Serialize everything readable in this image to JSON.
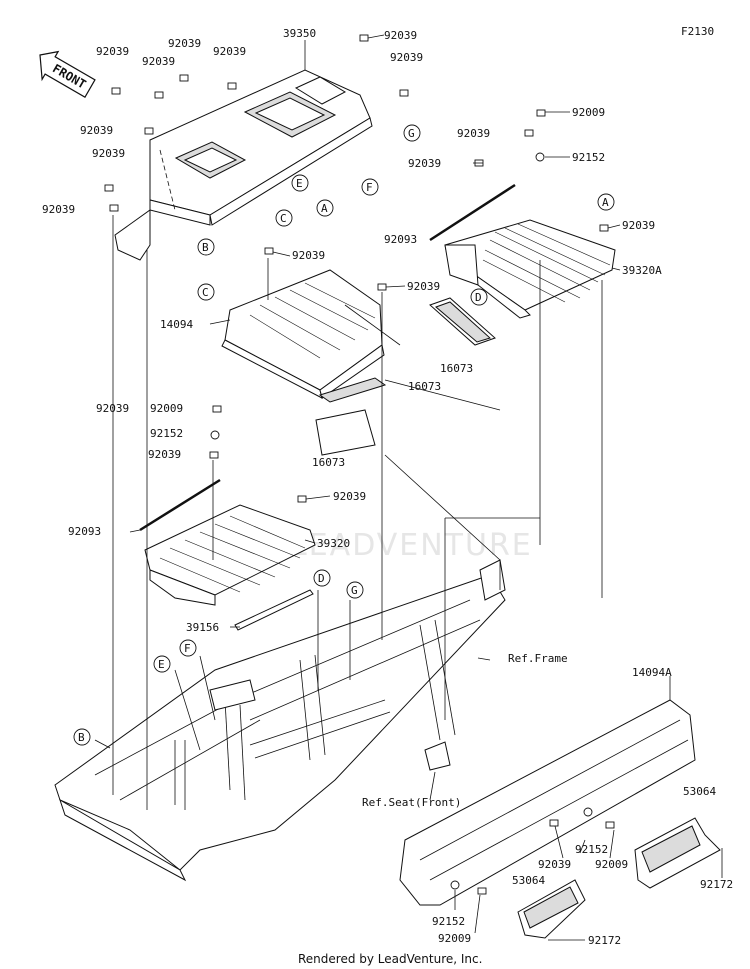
{
  "diagram": {
    "code": "F2130",
    "front_label": "FRONT",
    "watermark": "LEADVENTURE",
    "credit": "Rendered by LeadVenture, Inc.",
    "part_labels": [
      "39350",
      "92039",
      "92039",
      "92039",
      "92039",
      "92039",
      "92039",
      "92039",
      "92039",
      "92039",
      "92039",
      "92009",
      "92039",
      "92152",
      "92039",
      "92093",
      "92039",
      "39320A",
      "92039",
      "14094",
      "92039",
      "16073",
      "16073",
      "16073",
      "92009",
      "92152",
      "92039",
      "92093",
      "92039",
      "39320",
      "39156",
      "Ref.Frame",
      "14094A",
      "53064",
      "Ref.Seat(Front)",
      "92152",
      "92039",
      "92009",
      "92172",
      "53064",
      "92152",
      "92009",
      "92172"
    ],
    "callouts": [
      "G",
      "E",
      "F",
      "C",
      "A",
      "B",
      "A",
      "D",
      "C",
      "D",
      "G",
      "E",
      "F",
      "B"
    ]
  }
}
